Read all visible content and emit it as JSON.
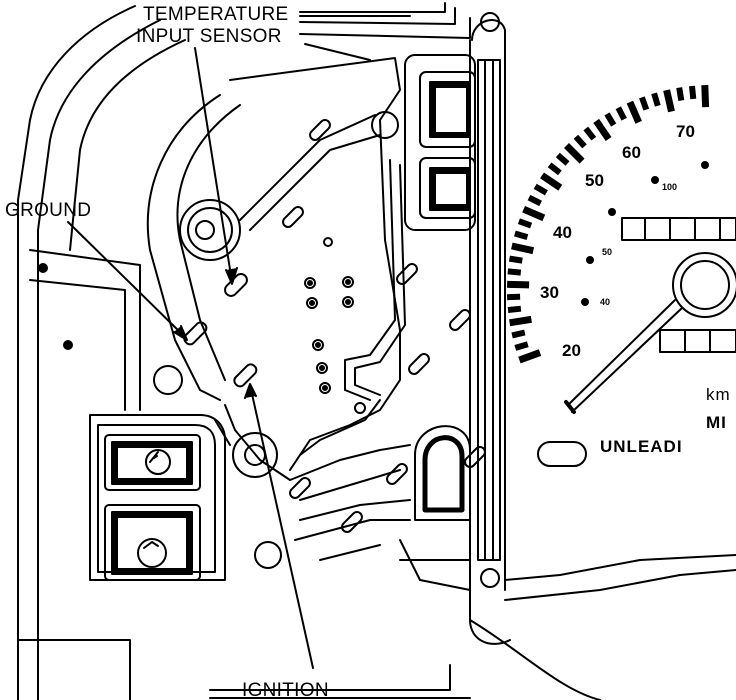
{
  "labels": {
    "temperature_line1": "TEMPERATURE",
    "temperature_line2": "INPUT SENSOR",
    "ground": "GROUND",
    "ignition": "IGNITION"
  },
  "gauge": {
    "mph_labels": [
      "20",
      "30",
      "40",
      "50",
      "60",
      "70"
    ],
    "kmh_labels": [
      "40",
      "50",
      "100"
    ],
    "unit_km": "km",
    "unit_mph": "MI",
    "fuel": "UNLEADI"
  },
  "colors": {
    "ink": "#000000",
    "paper": "#ffffff"
  }
}
